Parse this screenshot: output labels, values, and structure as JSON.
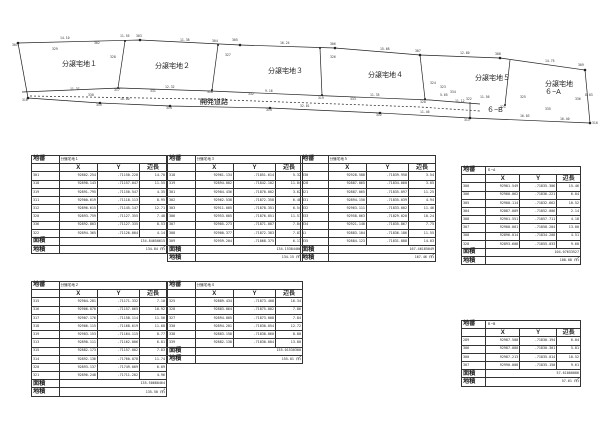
{
  "plat": {
    "lots": [
      "分譲宅地１",
      "分譲宅地２",
      "分譲宅地３",
      "分譲宅地４",
      "分譲宅地５",
      "分譲宅地\n６−A",
      "６−B"
    ],
    "road_label": "開発道路",
    "edge_dims": [
      "14.10",
      "11.55",
      "11.38",
      "16.24",
      "15.68",
      "12.60",
      "14.75",
      "8.03",
      "5.65",
      "11.56",
      "11.37",
      "12.32",
      "9.16",
      "11.35",
      "11.12",
      "10.00",
      "9.19",
      "32.01",
      "11.46",
      "16.03",
      "16.40"
    ],
    "point_nos": [
      "301",
      "302",
      "303",
      "304",
      "305",
      "306",
      "307",
      "308",
      "309",
      "310",
      "311",
      "312",
      "313",
      "314",
      "315",
      "316",
      "317",
      "318",
      "319",
      "320",
      "321",
      "322",
      "323",
      "324",
      "325",
      "326",
      "327",
      "328",
      "329",
      "330",
      "331",
      "332",
      "333",
      "334",
      "335",
      "336"
    ]
  },
  "tables": [
    {
      "title": "分譲宅地１",
      "rows": [
        [
          "301",
          "92802.254",
          "-71150.228",
          "14.70"
        ],
        [
          "318",
          "92898.143",
          "-71157.047",
          "11.55"
        ],
        [
          "319",
          "92891.795",
          "-71150.547",
          "4.35"
        ],
        [
          "311",
          "92900.619",
          "-71118.113",
          "8.95"
        ],
        [
          "312",
          "92896.615",
          "-71145.147",
          "12.71"
        ],
        [
          "320",
          "92893.759",
          "-71127.355",
          "7.48"
        ],
        [
          "336",
          "92892.803",
          "-71127.335",
          "8.53"
        ],
        [
          "322",
          "92894.365",
          "-71126.004",
          "4.14"
        ]
      ],
      "area_calc": "134.84650615",
      "area": "134.84"
    },
    {
      "title": "分譲宅地３",
      "rows": [
        [
          "318",
          "92961.134",
          "-71851.614",
          "5.32"
        ],
        [
          "319",
          "92894.002",
          "-71842.102",
          "11.84"
        ],
        [
          "301",
          "92904.436",
          "-71870.002",
          "3.62"
        ],
        [
          "302",
          "92962.538",
          "-71872.358",
          "6.48"
        ],
        [
          "303",
          "92911.005",
          "-71878.351",
          "6.54"
        ],
        [
          "306",
          "92953.005",
          "-71876.051",
          "11.51"
        ],
        [
          "307",
          "92905.273",
          "-71871.007",
          "7.84"
        ],
        [
          "308",
          "92900.377",
          "-71872.383",
          "7.83"
        ],
        [
          "309",
          "92959.204",
          "-71868.375",
          "6.13"
        ]
      ],
      "area_calc": "134.15384406",
      "area": "134.15"
    },
    {
      "title": "分譲宅地５",
      "rows": [
        [
          "330",
          "92928.588",
          "-71839.958",
          "3.54"
        ],
        [
          "328",
          "92887.065",
          "-71834.060",
          "3.05"
        ],
        [
          "321",
          "92887.065",
          "-71835.097",
          "11.25"
        ],
        [
          "331",
          "92894.150",
          "-71835.039",
          "4.94"
        ],
        [
          "332",
          "92963.111",
          "-71833.002",
          "11.46"
        ],
        [
          "333",
          "92958.063",
          "-71829.020",
          "10.24"
        ],
        [
          "334",
          "92921.140",
          "-71835.867",
          "7.75"
        ],
        [
          "11",
          "92883.104",
          "-71836.186",
          "11.55"
        ],
        [
          "335",
          "92884.123",
          "-71831.888",
          "14.03"
        ]
      ],
      "area_calc": "167.46185049",
      "area": "167.46"
    },
    {
      "title": "６−A",
      "rows": [
        [
          "300",
          "92901.549",
          "-71835.306",
          "15.46"
        ],
        [
          "306",
          "92900.062",
          "-71836.221",
          "6.04"
        ],
        [
          "305",
          "92900.114",
          "-71832.662",
          "10.52"
        ],
        [
          "304",
          "92887.009",
          "-71852.006",
          "2.14"
        ],
        [
          "308",
          "92901.551",
          "-71857.711",
          "4.18"
        ],
        [
          "307",
          "92900.001",
          "-71858.204",
          "13.00"
        ],
        [
          "308",
          "92896.014",
          "-71834.208",
          "4.51"
        ],
        [
          "328",
          "92893.608",
          "-71855.033",
          "9.60"
        ]
      ],
      "area_calc": "104.07633527",
      "area": "108.08"
    },
    {
      "title": "分譲宅地２",
      "rows": [
        [
          "315",
          "92904.281",
          "-71171.332",
          "7.10"
        ],
        [
          "316",
          "92906.070",
          "-71157.065",
          "10.92"
        ],
        [
          "317",
          "92907.176",
          "-71158.114",
          "11.56"
        ],
        [
          "318",
          "92906.115",
          "-71168.619",
          "11.68"
        ],
        [
          "319",
          "92903.153",
          "-71164.115",
          "8.77"
        ],
        [
          "313",
          "92890.111",
          "-71162.006",
          "6.81"
        ],
        [
          "315",
          "92882.173",
          "-71157.002",
          "7.83"
        ],
        [
          "314",
          "92892.136",
          "-71760.078",
          "11.74"
        ],
        [
          "320",
          "92893.137",
          "-71749.009",
          "6.09"
        ],
        [
          "321",
          "92896.248",
          "-71711.202",
          "4.96"
        ]
      ],
      "area_calc": "135.50680464",
      "area": "135.50"
    },
    {
      "title": "分譲宅地４",
      "rows": [
        [
          "325",
          "92889.434",
          "-71873.408",
          "16.34"
        ],
        [
          "328",
          "92883.064",
          "-71875.002",
          "7.86"
        ],
        [
          "327",
          "92894.005",
          "-71873.008",
          "7.84"
        ],
        [
          "330",
          "92894.201",
          "-71830.054",
          "12.72"
        ],
        [
          "338",
          "92883.158",
          "-71838.060",
          "8.80"
        ],
        [
          "339",
          "92882.138",
          "-71830.004",
          "13.80"
        ]
      ],
      "area_calc": "155.01530300",
      "area": "155.01"
    },
    {
      "title": "６−B",
      "rows": [
        [
          "289",
          "92987.508",
          "-71830.194",
          "6.04"
        ],
        [
          "306",
          "92987.080",
          "-71830.301",
          "5.81"
        ],
        [
          "300",
          "92987.213",
          "-71835.014",
          "10.52"
        ],
        [
          "307",
          "92990.008",
          "-71835.150",
          "9.61"
        ]
      ],
      "area_calc": "57.61000006",
      "area": "57.61"
    }
  ],
  "labels": {
    "lot_no": "地番",
    "x": "X",
    "y": "Y",
    "side": "辺長",
    "area_double": "面積",
    "area": "地積",
    "unit": "㎡"
  }
}
